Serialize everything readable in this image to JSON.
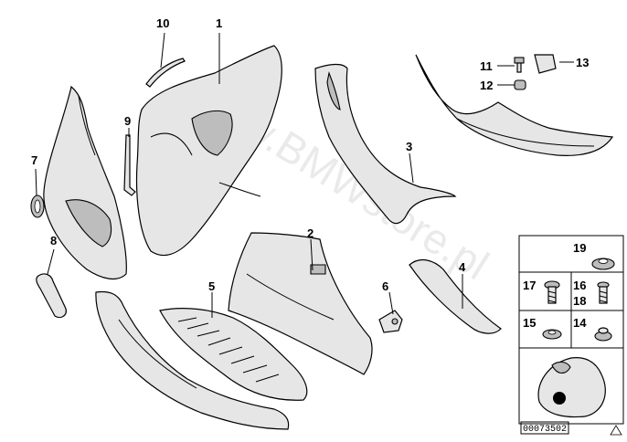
{
  "diagram": {
    "watermark": "www.BMWstore.pl",
    "reference_number": "00073502",
    "callouts": [
      {
        "id": "c1",
        "label": "1"
      },
      {
        "id": "c2",
        "label": "2"
      },
      {
        "id": "c3",
        "label": "3"
      },
      {
        "id": "c4",
        "label": "4"
      },
      {
        "id": "c5",
        "label": "5"
      },
      {
        "id": "c6",
        "label": "6"
      },
      {
        "id": "c7",
        "label": "7"
      },
      {
        "id": "c8",
        "label": "8"
      },
      {
        "id": "c9",
        "label": "9"
      },
      {
        "id": "c10",
        "label": "10"
      },
      {
        "id": "c11",
        "label": "11"
      },
      {
        "id": "c12",
        "label": "12"
      },
      {
        "id": "c13",
        "label": "13"
      }
    ],
    "hardware_panel": [
      {
        "id": "h19",
        "label": "19"
      },
      {
        "id": "h17",
        "label": "17"
      },
      {
        "id": "h16",
        "label": "16"
      },
      {
        "id": "h18",
        "label": "18"
      },
      {
        "id": "h15",
        "label": "15"
      },
      {
        "id": "h14",
        "label": "14"
      }
    ],
    "colors": {
      "line": "#000000",
      "fill": "#e6e6e6",
      "shade": "#bdbdbd",
      "watermark": "#d9d9d9"
    }
  }
}
